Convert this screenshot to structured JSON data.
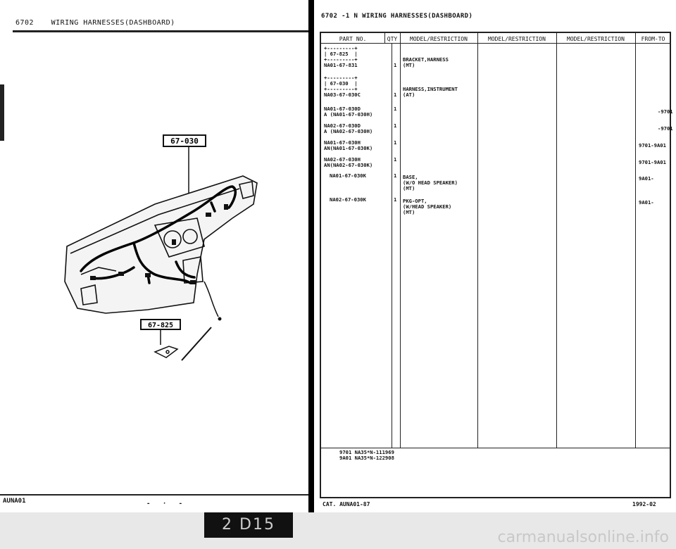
{
  "left_header": {
    "code": "6702",
    "title": "WIRING HARNESSES(DASHBOARD)"
  },
  "diagram": {
    "callout_harness": "67-030",
    "callout_bracket": "67-825"
  },
  "left_footer": {
    "code": "AUNA01",
    "dashes": "- · -"
  },
  "right_header": {
    "title": "6702 -1 N WIRING HARNESSES(DASHBOARD)"
  },
  "table": {
    "headers": [
      "PART NO.",
      "QTY",
      "MODEL/RESTRICTION",
      "MODEL/RESTRICTION",
      "MODEL/RESTRICTION",
      "FROM-TO"
    ],
    "rows": [
      {
        "part": "+---------+\n| 67-825  |\n+---------+\nNA01-67-831",
        "qty": "1",
        "desc": "BRACKET,HARNESS\n(MT)",
        "from_to": ""
      },
      {
        "part": "+---------+\n| 67-030  |\n+---------+\nNA03-67-030C",
        "qty": "1",
        "desc": "HARNESS,INSTRUMENT\n(AT)",
        "from_to": ""
      },
      {
        "part": "NA01-67-030D\nA (NA01-67-030H)",
        "qty": "1",
        "desc": "",
        "from_to": "-9701"
      },
      {
        "part": "NA02-67-030D\nA (NA02-67-030H)",
        "qty": "1",
        "desc": "",
        "from_to": "-9701"
      },
      {
        "part": "NA01-67-030H\nAN(NA01-67-030K)",
        "qty": "1",
        "desc": "",
        "from_to": "9701-9A01"
      },
      {
        "part": "NA02-67-030H\nAN(NA02-67-030K)",
        "qty": "1",
        "desc": "",
        "from_to": "9701-9A01"
      },
      {
        "part": "NA01-67-030K",
        "qty": "1",
        "desc": "BASE,\n(W/O HEAD SPEAKER)\n(MT)",
        "from_to": "9A01-"
      },
      {
        "part": "NA02-67-030K",
        "qty": "1",
        "desc": "PKG-OPT,\n(W/HEAD SPEAKER)\n(MT)",
        "from_to": "9A01-"
      }
    ],
    "footnotes": [
      "9701 NA35*N-111969",
      "9A01 NA35*N-122908"
    ]
  },
  "right_footer": {
    "catalog": "CAT. AUNA01-87",
    "date": "1992-02"
  },
  "page_badge": "2 D15",
  "watermark": "carmanualsonline.info"
}
